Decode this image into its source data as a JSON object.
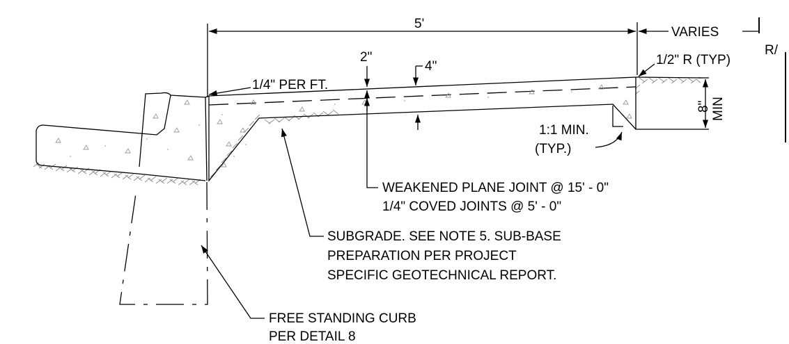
{
  "dims": {
    "width_5ft": "5'",
    "varies": "VARIES",
    "two_in": "2\"",
    "four_in": "4\"",
    "eight_in": "8\"",
    "min": "MIN"
  },
  "labels": {
    "slope": "1/4\" PER FT.",
    "radius": "1/2\" R (TYP)",
    "row_partial": "R/",
    "side_slope_line1": "1:1 MIN.",
    "side_slope_line2": "(TYP.)",
    "joint_line1": "WEAKENED PLANE JOINT @ 15' - 0\"",
    "joint_line2": "1/4\" COVED JOINTS @ 5' - 0\"",
    "subgrade_line1": "SUBGRADE. SEE NOTE 5.  SUB-BASE",
    "subgrade_line2": "PREPARATION PER PROJECT",
    "subgrade_line3": "SPECIFIC GEOTECHNICAL REPORT.",
    "curb_line1": "FREE STANDING CURB",
    "curb_line2": "PER DETAIL 8"
  }
}
